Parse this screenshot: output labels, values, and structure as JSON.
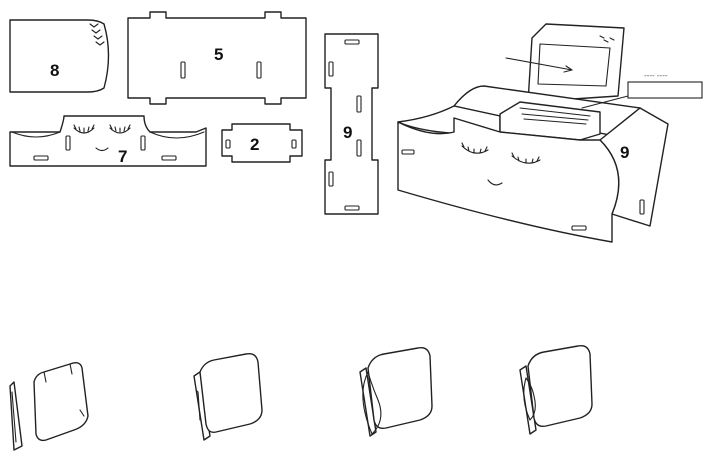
{
  "parts": {
    "p8": "8",
    "p5": "5",
    "p9": "9",
    "p7": "7",
    "p2": "2"
  },
  "assembled": {
    "part_label": "9",
    "callout_text": "---- ----"
  }
}
